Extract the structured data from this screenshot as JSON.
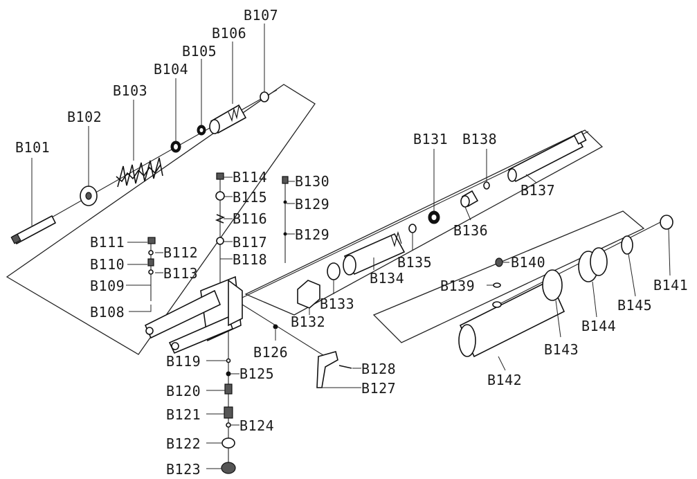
{
  "labels": {
    "B101": "B101",
    "B102": "B102",
    "B103": "B103",
    "B104": "B104",
    "B105": "B105",
    "B106": "B106",
    "B107": "B107",
    "B108": "B108",
    "B109": "B109",
    "B110": "B110",
    "B111": "B111",
    "B112": "B112",
    "B113": "B113",
    "B114": "B114",
    "B115": "B115",
    "B116": "B116",
    "B117": "B117",
    "B118": "B118",
    "B119": "B119",
    "B120": "B120",
    "B121": "B121",
    "B122": "B122",
    "B123": "B123",
    "B124": "B124",
    "B125": "B125",
    "B126": "B126",
    "B127": "B127",
    "B128": "B128",
    "B129a": "B129",
    "B129b": "B129",
    "B130": "B130",
    "B131": "B131",
    "B132": "B132",
    "B133": "B133",
    "B134": "B134",
    "B135": "B135",
    "B136": "B136",
    "B137": "B137",
    "B138": "B138",
    "B139": "B139",
    "B140": "B140",
    "B141": "B141",
    "B142": "B142",
    "B143": "B143",
    "B144": "B144",
    "B145": "B145"
  }
}
